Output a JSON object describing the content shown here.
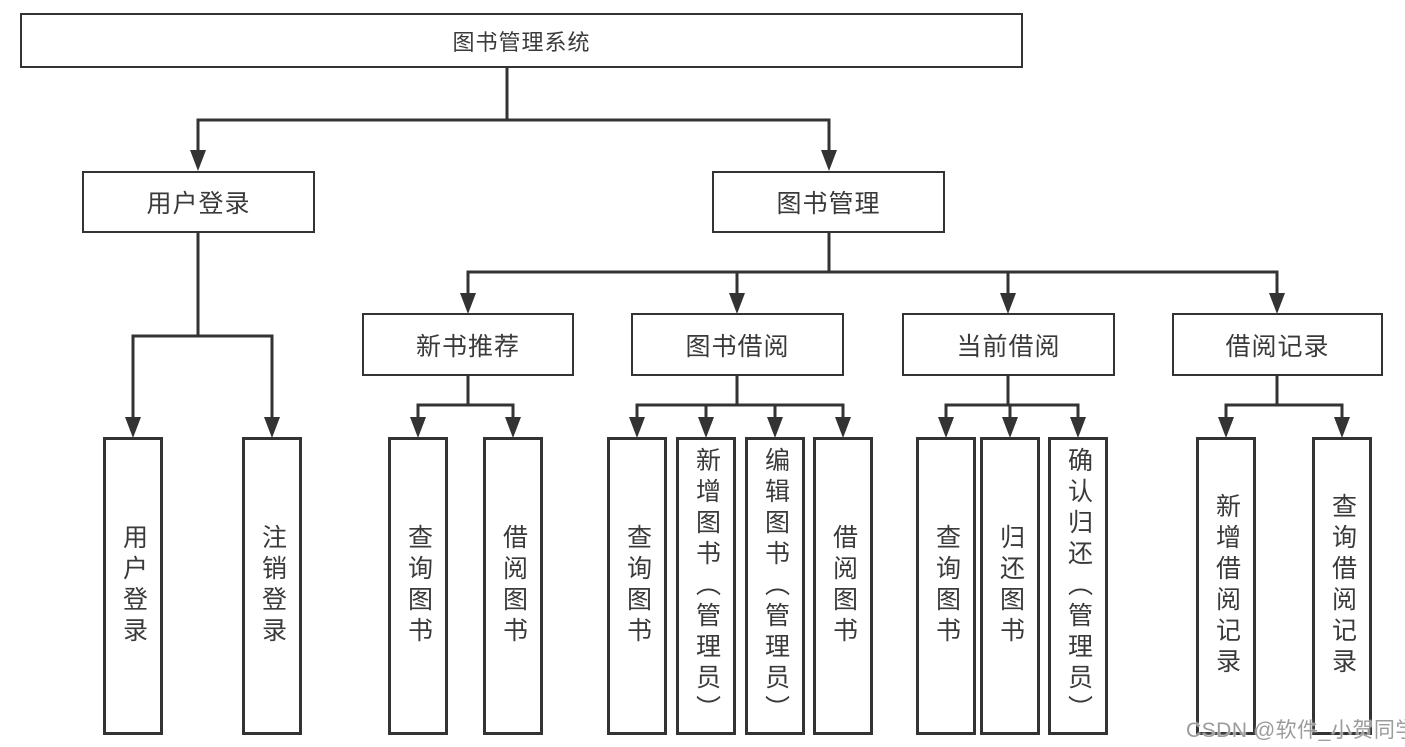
{
  "tree": {
    "label": "图书管理系统",
    "children": [
      {
        "label": "用户登录",
        "children": [
          {
            "label": "用户登录"
          },
          {
            "label": "注销登录"
          }
        ]
      },
      {
        "label": "图书管理",
        "children": [
          {
            "label": "新书推荐",
            "children": [
              {
                "label": "查询图书"
              },
              {
                "label": "借阅图书"
              }
            ]
          },
          {
            "label": "图书借阅",
            "children": [
              {
                "label": "查询图书"
              },
              {
                "label": "新增图书（管理员）"
              },
              {
                "label": "编辑图书（管理员）"
              },
              {
                "label": "借阅图书"
              }
            ]
          },
          {
            "label": "当前借阅",
            "children": [
              {
                "label": "查询图书"
              },
              {
                "label": "归还图书"
              },
              {
                "label": "确认归还（管理员）"
              }
            ]
          },
          {
            "label": "借阅记录",
            "children": [
              {
                "label": "新增借阅记录"
              },
              {
                "label": "查询借阅记录"
              }
            ]
          }
        ]
      }
    ]
  },
  "watermark": "CSDN @软件_小贺同学",
  "colors": {
    "line": "#333333",
    "text": "#3a3a3a",
    "watermark": "#9c9c9c",
    "background": "#ffffff"
  }
}
